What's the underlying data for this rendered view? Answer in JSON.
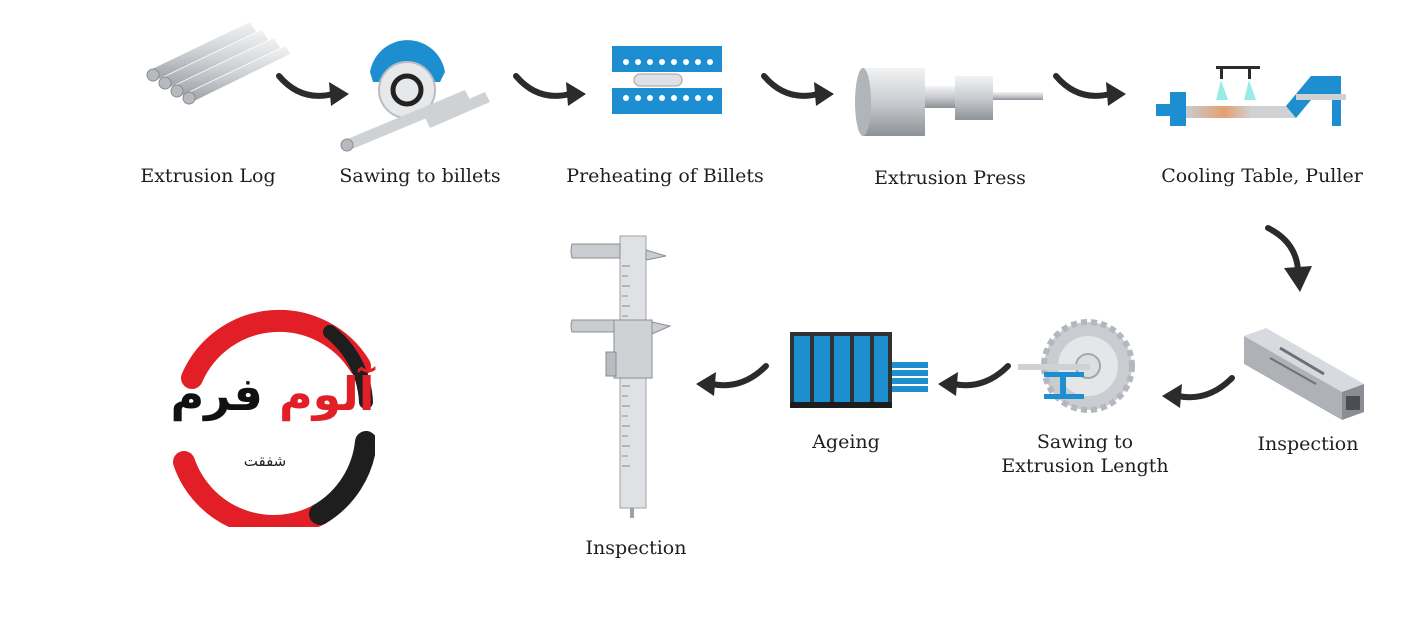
{
  "steps": {
    "extrusion_log": "Extrusion Log",
    "sawing_to_billets": "Sawing to billets",
    "preheating_of_billets": "Preheating of Billets",
    "extrusion_press": "Extrusion Press",
    "cooling_table_puller": "Cooling Table, Puller",
    "inspection_profile": "Inspection",
    "sawing_to_extrusion_length_line1": "Sawing to",
    "sawing_to_extrusion_length_line2": "Extrusion Length",
    "ageing": "Ageing",
    "inspection_caliper": "Inspection"
  },
  "logo": {
    "word1": "آلوم",
    "word2": "فرم",
    "subtitle": "شفقت"
  },
  "icons": {
    "extrusion_log": "aluminum-rods-icon",
    "sawing_to_billets": "circular-saw-icon",
    "preheating_of_billets": "furnace-icon",
    "extrusion_press": "press-icon",
    "cooling_table_puller": "cooling-table-icon",
    "inspection_profile": "aluminum-profile-icon",
    "sawing_to_extrusion_length": "saw-blade-icon",
    "ageing": "ageing-oven-icon",
    "inspection_caliper": "vernier-caliper-icon",
    "flow_arrow": "curved-arrow-icon"
  },
  "colors": {
    "accent_blue": "#1d8fd0",
    "dark_gray": "#2b2b2b",
    "silver": "#c8cbcf",
    "logo_red": "#e21f26",
    "logo_black": "#111111"
  }
}
